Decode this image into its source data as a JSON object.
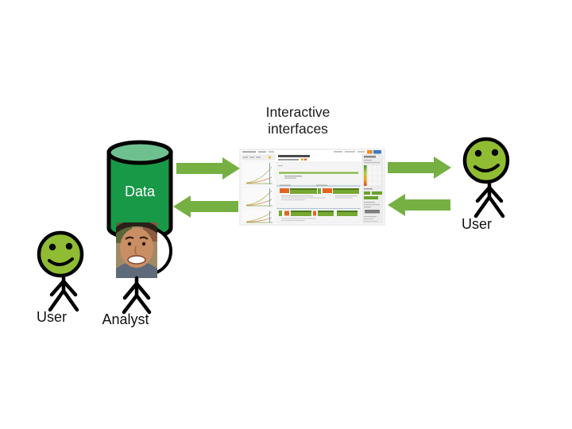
{
  "slide": {
    "caption": {
      "line1": "Interactive",
      "line2": "interfaces"
    },
    "labels": {
      "user_left": "User",
      "analyst": "Analyst",
      "user_right": "User",
      "database": "Data"
    }
  },
  "colors": {
    "arrow_green": "#76B043",
    "smiley_face_green": "#8FBC33",
    "cylinder_body_green": "#189948",
    "cylinder_top_green": "#6FC08F",
    "outline_black": "#000000",
    "dashboard_bar_green": "#76A832",
    "dashboard_bar_dark_green": "#4F7A1F",
    "dashboard_bar_orange": "#E0661F",
    "dashboard_divider_blue": "#9AB8CC",
    "dashboard_color_scale": [
      "#3E9C35",
      "#B9CC2E",
      "#E8A21D",
      "#D94A1E"
    ]
  }
}
